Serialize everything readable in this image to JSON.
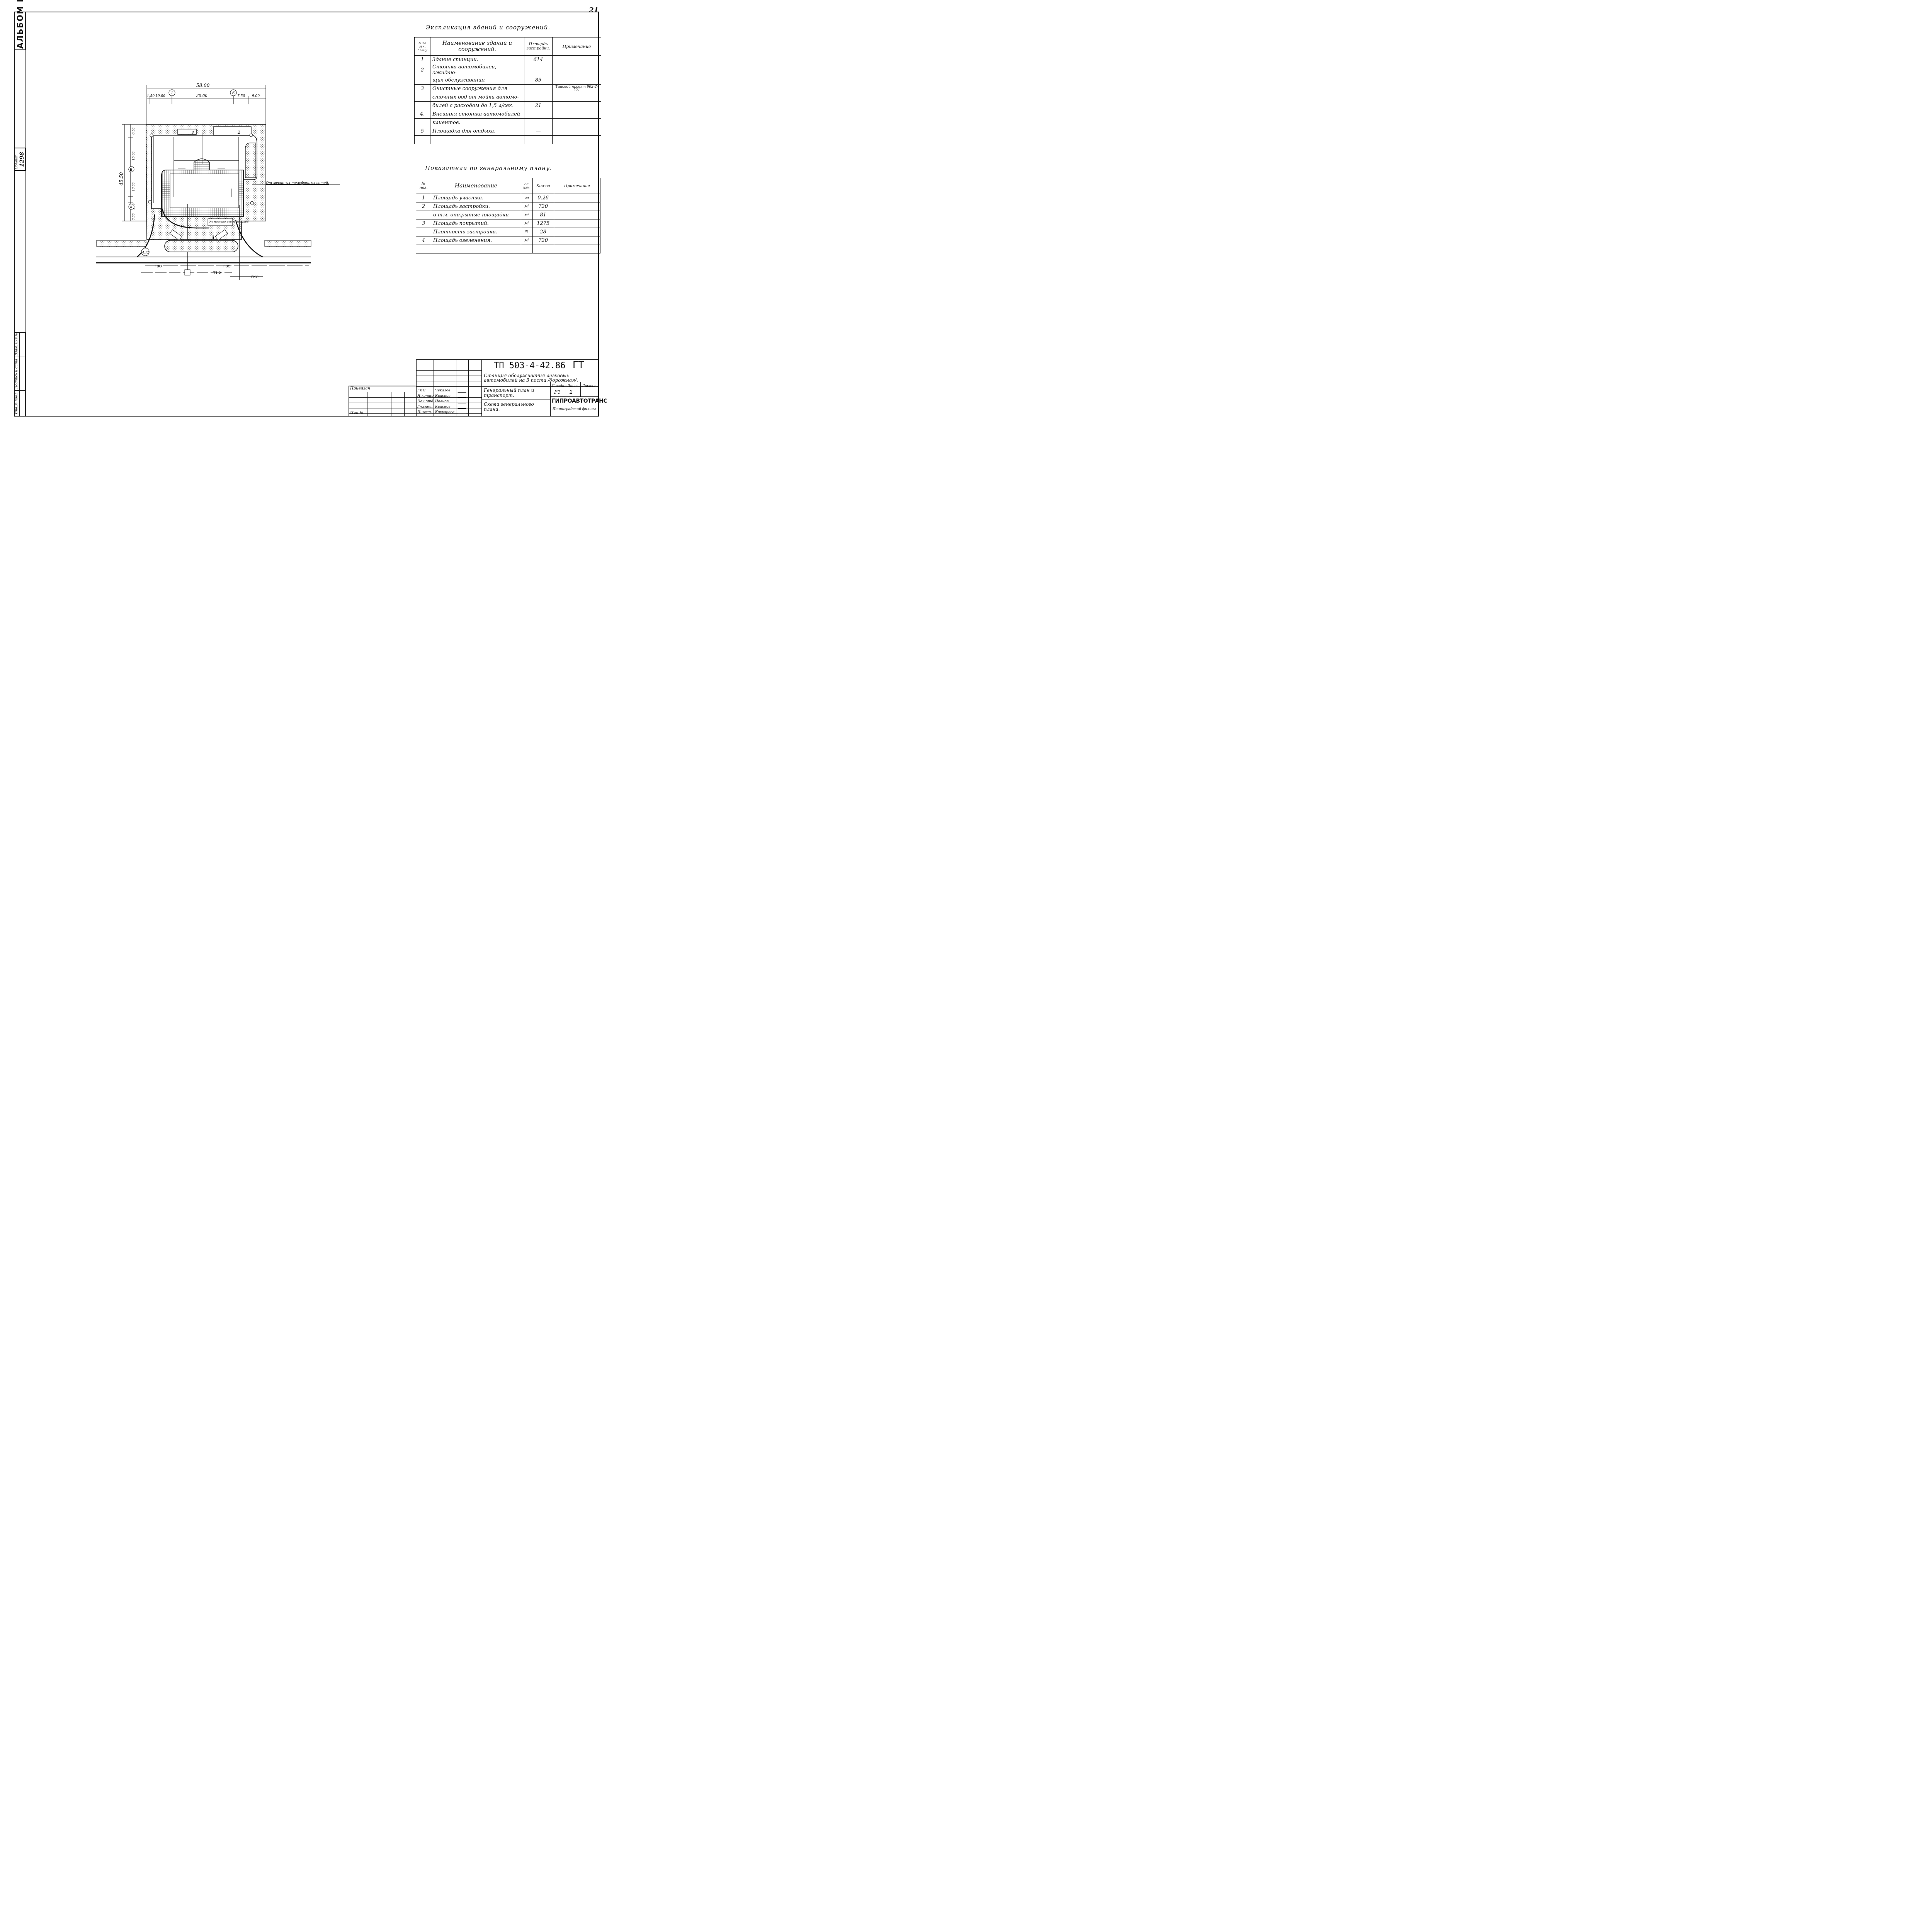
{
  "page_number": "21",
  "album_label": "АЛЬБОМ I",
  "object": {
    "label": "Объект",
    "number": "1298"
  },
  "side_stamp": [
    "Инв.№ подл.",
    "Подпись и дата",
    "Взам. инв.№"
  ],
  "explication": {
    "title": "Экспликация зданий и сооружений.",
    "headers": [
      "№ по ген. плану",
      "Наименование зданий и сооружений.",
      "Площадь застройки.",
      "Примечание"
    ],
    "rows": [
      {
        "no": "1",
        "name": "Здание станции.",
        "area": "614",
        "note": ""
      },
      {
        "no": "2",
        "name": "Стоянка автомобилей, ожидаю-",
        "area": "",
        "note": ""
      },
      {
        "no": "",
        "name": "щих обслуживания",
        "area": "85",
        "note": ""
      },
      {
        "no": "3",
        "name": "Очистные сооружения для",
        "area": "",
        "note": "Типовой проект 902-2-221"
      },
      {
        "no": "",
        "name": "сточных вод от мойки автомо-",
        "area": "",
        "note": ""
      },
      {
        "no": "",
        "name": "билей с расходом до 1,5 л/сек.",
        "area": "21",
        "note": ""
      },
      {
        "no": "4.",
        "name": "Внешняя стоянка автомобилей",
        "area": "",
        "note": ""
      },
      {
        "no": "",
        "name": "клиентов.",
        "area": "",
        "note": ""
      },
      {
        "no": "5",
        "name": "Площадка для отдыха.",
        "area": "—",
        "note": ""
      },
      {
        "no": "",
        "name": "",
        "area": "",
        "note": ""
      }
    ]
  },
  "indicators": {
    "title": "Показатели по генеральному плану.",
    "headers": [
      "№ поз.",
      "Наименование",
      "Ед. изм.",
      "Кол-во",
      "Примечание"
    ],
    "rows": [
      {
        "no": "1",
        "name": "Площадь участка.",
        "unit": "га",
        "qty": "0.26",
        "note": ""
      },
      {
        "no": "2",
        "name": "Площадь застройки.",
        "unit": "м²",
        "qty": "720",
        "note": ""
      },
      {
        "no": "",
        "name": "в т.ч. открытые площадки",
        "unit": "м²",
        "qty": "81",
        "note": ""
      },
      {
        "no": "3",
        "name": "Площадь покрытий.",
        "unit": "м²",
        "qty": "1275",
        "note": ""
      },
      {
        "no": "",
        "name": "Плотность застройки.",
        "unit": "%",
        "qty": "28",
        "note": ""
      },
      {
        "no": "4",
        "name": "Площадь озеленения.",
        "unit": "м²",
        "qty": "720",
        "note": ""
      },
      {
        "no": "",
        "name": "",
        "unit": "",
        "qty": "",
        "note": ""
      }
    ]
  },
  "plan": {
    "dims": {
      "total_width": "58.00",
      "d1": "1.50",
      "d2": "10.00",
      "d3": "30.00",
      "d4": "7.50",
      "d5": "9.00",
      "total_height": "45.50",
      "v1": "6.50",
      "v2": "15.00",
      "v3": "13.00",
      "v4": "3.00",
      "v5": "2.00"
    },
    "axes": [
      "1",
      "6",
      "Б",
      "А"
    ],
    "labels": {
      "phone": "От местных телефонных сетей.",
      "power": "От местных сетей 380/220В",
      "gvo": "ГВО",
      "t12": "Т1.2",
      "gko": "ГКО",
      "n4": "4",
      "n2": "2",
      "n3": "3",
      "n412": "4.12"
    }
  },
  "title_block": {
    "code": "ТП 503-4-42.86",
    "mark": "ГТ",
    "project": "Станция обслуживания легковых автомобилей на 3 поста /дорожная/.",
    "sheet_title": "Генеральный план и транспорт.",
    "drawing_title": "Схема генерального плана.",
    "stage_label": "Стадия",
    "sheet_label": "Лист",
    "sheets_label": "Листов",
    "stage": "Р1",
    "sheet": "2",
    "sheets": "",
    "org": "ГИПРОАВТОТРАНС",
    "org_sub": "Ленинградский филиал",
    "attached": "Привязан",
    "inv": "Инв.№",
    "staff": [
      {
        "role": "ГИП",
        "name": "Чекалов"
      },
      {
        "role": "Н.контр.",
        "name": "Краснов"
      },
      {
        "role": "Нач.отд.",
        "name": "Иванов"
      },
      {
        "role": "Гл.спец.",
        "name": "Краснов"
      },
      {
        "role": "Инжен.",
        "name": "Кокуарова"
      }
    ]
  }
}
